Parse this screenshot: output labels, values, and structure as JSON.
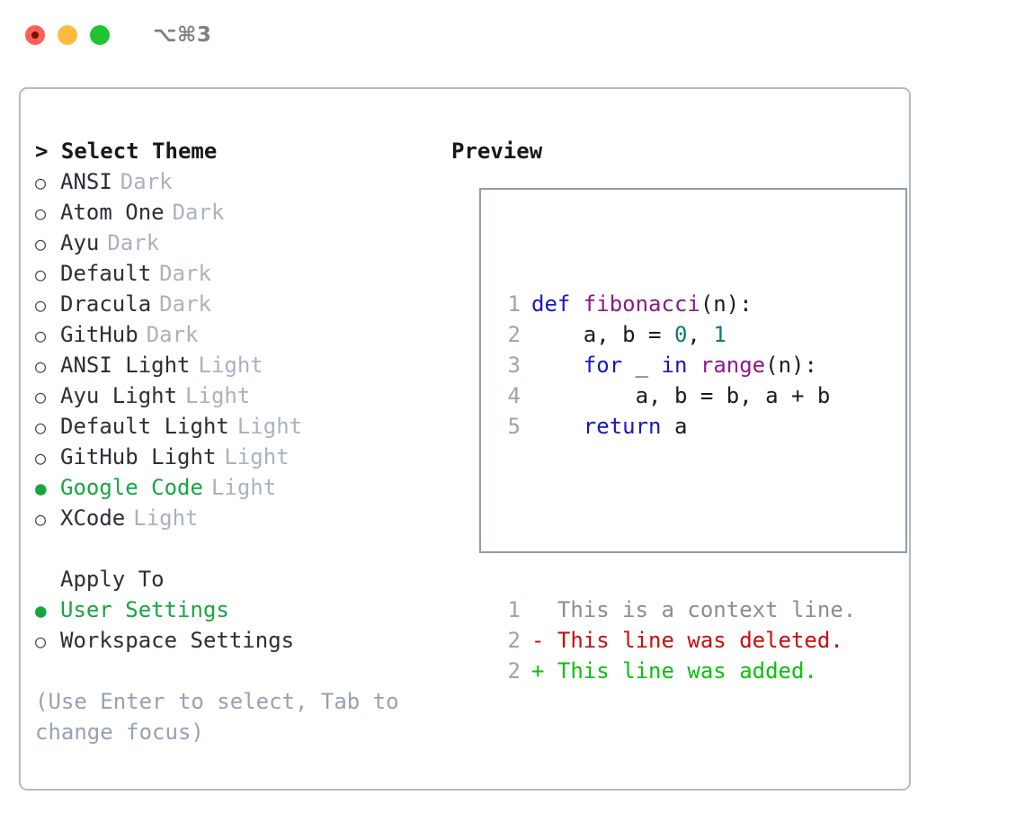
{
  "window": {
    "shortcut": "⌥⌘3",
    "traffic_lights": [
      "close-red",
      "minimize-yellow",
      "maximize-green"
    ]
  },
  "theme_picker": {
    "header": "Select Theme",
    "caret": ">",
    "bullet_unselected": "○",
    "bullet_selected": "●",
    "options": [
      {
        "label": "ANSI",
        "tag": "Dark",
        "selected": false
      },
      {
        "label": "Atom One",
        "tag": "Dark",
        "selected": false
      },
      {
        "label": "Ayu",
        "tag": "Dark",
        "selected": false
      },
      {
        "label": "Default",
        "tag": "Dark",
        "selected": false
      },
      {
        "label": "Dracula",
        "tag": "Dark",
        "selected": false
      },
      {
        "label": "GitHub",
        "tag": "Dark",
        "selected": false
      },
      {
        "label": "ANSI Light",
        "tag": "Light",
        "selected": false
      },
      {
        "label": "Ayu Light",
        "tag": "Light",
        "selected": false
      },
      {
        "label": "Default Light",
        "tag": "Light",
        "selected": false
      },
      {
        "label": "GitHub Light",
        "tag": "Light",
        "selected": false
      },
      {
        "label": "Google Code",
        "tag": "Light",
        "selected": true
      },
      {
        "label": "XCode",
        "tag": "Light",
        "selected": false
      }
    ]
  },
  "apply_to": {
    "header": "Apply To",
    "options": [
      {
        "label": "User Settings",
        "selected": true
      },
      {
        "label": "Workspace Settings",
        "selected": false
      }
    ]
  },
  "hint": "(Use Enter to select, Tab to change focus)",
  "preview": {
    "header": "Preview",
    "code_lines": [
      {
        "lineno": "1",
        "tokens": [
          {
            "t": "def ",
            "c": "kw"
          },
          {
            "t": "fibonacci",
            "c": "fn"
          },
          {
            "t": "(n):",
            "c": "pl"
          }
        ]
      },
      {
        "lineno": "2",
        "tokens": [
          {
            "t": "    a, b = ",
            "c": "pl"
          },
          {
            "t": "0",
            "c": "num"
          },
          {
            "t": ", ",
            "c": "pl"
          },
          {
            "t": "1",
            "c": "num"
          }
        ]
      },
      {
        "lineno": "3",
        "tokens": [
          {
            "t": "    ",
            "c": "pl"
          },
          {
            "t": "for",
            "c": "kw"
          },
          {
            "t": " _ ",
            "c": "pl"
          },
          {
            "t": "in",
            "c": "kw"
          },
          {
            "t": " ",
            "c": "pl"
          },
          {
            "t": "range",
            "c": "fn"
          },
          {
            "t": "(n):",
            "c": "pl"
          }
        ]
      },
      {
        "lineno": "4",
        "tokens": [
          {
            "t": "        a, b = b, a + b",
            "c": "pl"
          }
        ]
      },
      {
        "lineno": "5",
        "tokens": [
          {
            "t": "    ",
            "c": "pl"
          },
          {
            "t": "return",
            "c": "kw"
          },
          {
            "t": " a",
            "c": "pl"
          }
        ]
      }
    ],
    "diff_lines": [
      {
        "lineno": "1",
        "text": "  This is a context line.",
        "kind": "diff-ctx"
      },
      {
        "lineno": "2",
        "text": "- This line was deleted.",
        "kind": "diff-del"
      },
      {
        "lineno": "2",
        "text": "+ This line was added.",
        "kind": "diff-add"
      }
    ]
  },
  "colors": {
    "accent_green": "#17a640",
    "muted_tag": "#aab2c0",
    "hint": "#97a1b2",
    "panel_border": "#b2bac6",
    "preview_border": "#929cab",
    "keyword": "#1616c8",
    "function": "#8b1a8b",
    "number": "#0f7a72",
    "diff_deleted": "#cc0b0b",
    "diff_added": "#08c20a",
    "traffic_red": "#ff6159",
    "traffic_yellow": "#fdbc40",
    "traffic_green": "#1fc531"
  }
}
